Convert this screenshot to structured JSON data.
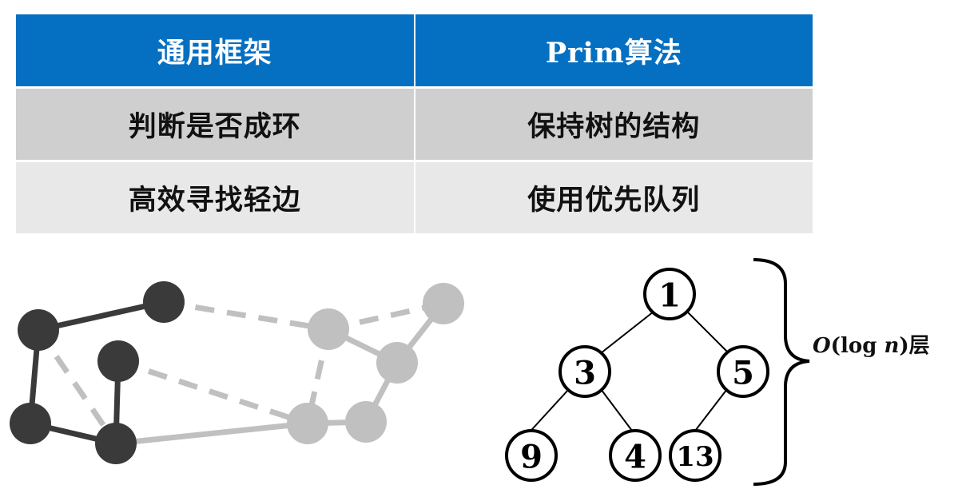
{
  "comparison_table": {
    "headers": [
      "通用框架",
      "Prim算法"
    ],
    "rows": [
      [
        "判断是否成环",
        "保持树的结构"
      ],
      [
        "高效寻找轻边",
        "使用优先队列"
      ]
    ],
    "colors": {
      "header_bg": "#0570C2",
      "header_text": "#FFFFFF",
      "row_odd_bg": "#CFCFCF",
      "row_even_bg": "#E8E8E8"
    }
  },
  "graph": {
    "colors": {
      "tree": "#3A3A3A",
      "non_tree": "#C0C0C0"
    }
  },
  "heap": {
    "nodes": [
      "1",
      "3",
      "5",
      "9",
      "4",
      "13"
    ],
    "depth_label": {
      "big_o": "O",
      "open_paren": "(",
      "log": "log",
      "n": "n",
      "close_paren": ")",
      "suffix": "层"
    }
  }
}
